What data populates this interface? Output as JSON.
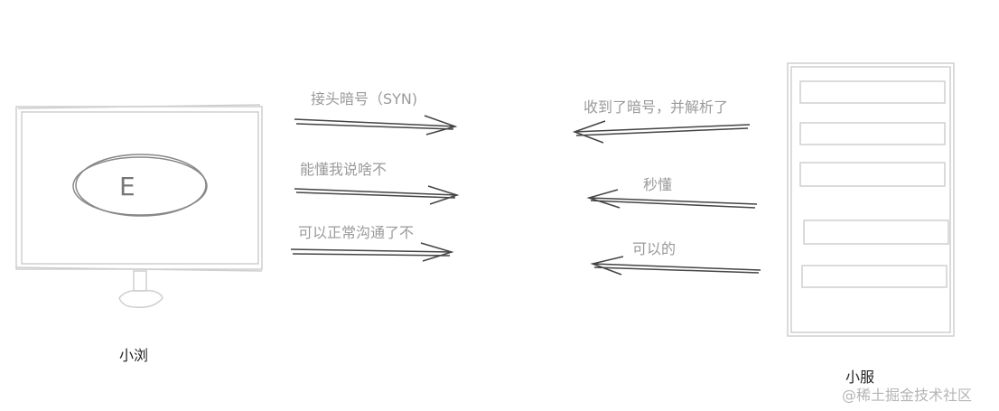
{
  "client": {
    "name": "小浏",
    "logo_letter": "E"
  },
  "server": {
    "name": "小服"
  },
  "messages_to_server": [
    {
      "text": "接头暗号（SYN)"
    },
    {
      "text": "能懂我说啥不"
    },
    {
      "text": "可以正常沟通了不"
    }
  ],
  "messages_to_client": [
    {
      "text": "收到了暗号，并解析了"
    },
    {
      "text": "秒懂"
    },
    {
      "text": "可以的"
    }
  ],
  "watermark": "@稀土掘金技术社区",
  "colors": {
    "sketch": "#444444",
    "light_sketch": "#cfcfcf",
    "label": "#9a9a9a"
  }
}
